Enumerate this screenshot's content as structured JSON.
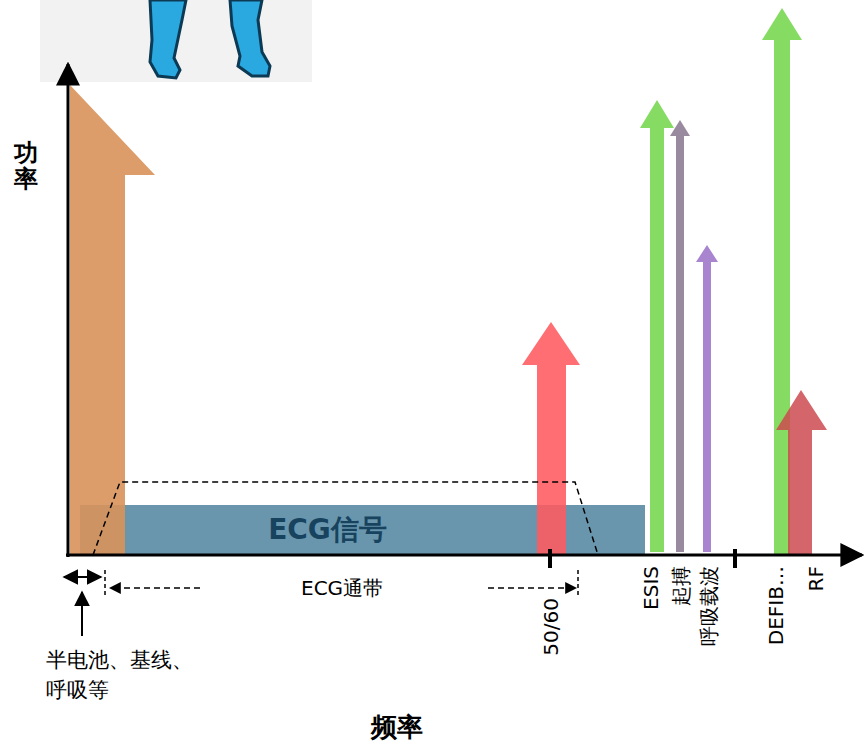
{
  "diagram": {
    "nodes": [
      {
        "text": [
          "ECG信号"
        ]
      }
    ],
    "labels": [
      "功率",
      "半电池、基线、呼吸等",
      "ECG通带",
      "50/60",
      "ESIS",
      "起搏",
      "呼吸载波",
      "DEFIB…",
      "RF",
      "频率"
    ]
  }
}
